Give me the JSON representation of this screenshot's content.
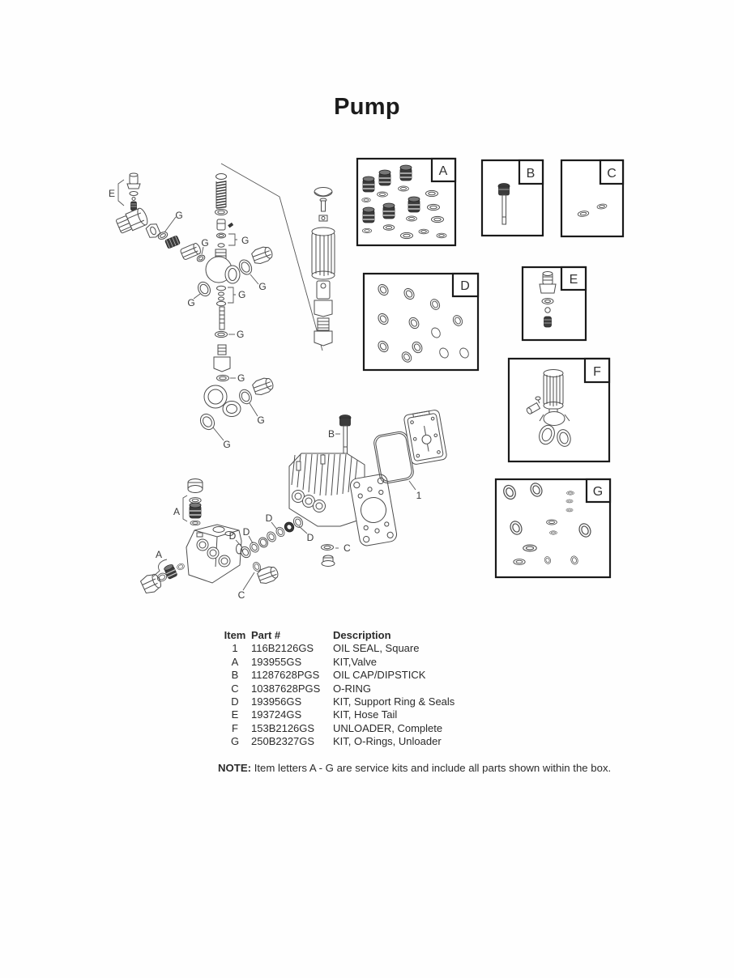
{
  "title": "Pump",
  "boxes": {
    "a": "A",
    "b": "B",
    "c": "C",
    "d": "D",
    "e": "E",
    "f": "F",
    "g": "G"
  },
  "callouts": {
    "e": "E",
    "g": "G",
    "a": "A",
    "b": "B",
    "c": "C",
    "d": "D",
    "one": "1"
  },
  "table": {
    "headers": {
      "item": "Item",
      "part": "Part #",
      "desc": "Description"
    },
    "rows": [
      {
        "item": "1",
        "part": "116B2126GS",
        "desc": "OIL SEAL, Square"
      },
      {
        "item": "A",
        "part": "193955GS",
        "desc": "KIT,Valve"
      },
      {
        "item": "B",
        "part": "11287628PGS",
        "desc": "OIL CAP/DIPSTICK"
      },
      {
        "item": "C",
        "part": "10387628PGS",
        "desc": "O-RING"
      },
      {
        "item": "D",
        "part": "193956GS",
        "desc": "KIT, Support Ring & Seals"
      },
      {
        "item": "E",
        "part": "193724GS",
        "desc": "KIT, Hose Tail"
      },
      {
        "item": "F",
        "part": "153B2126GS",
        "desc": "UNLOADER, Complete"
      },
      {
        "item": "G",
        "part": "250B2327GS",
        "desc": "KIT, O-Rings, Unloader"
      }
    ]
  },
  "note": {
    "label": "NOTE:",
    "text": "Item letters A - G are service kits and include all parts shown within the box."
  },
  "colors": {
    "ink": "#231f20",
    "line": "#4a4a4a"
  }
}
